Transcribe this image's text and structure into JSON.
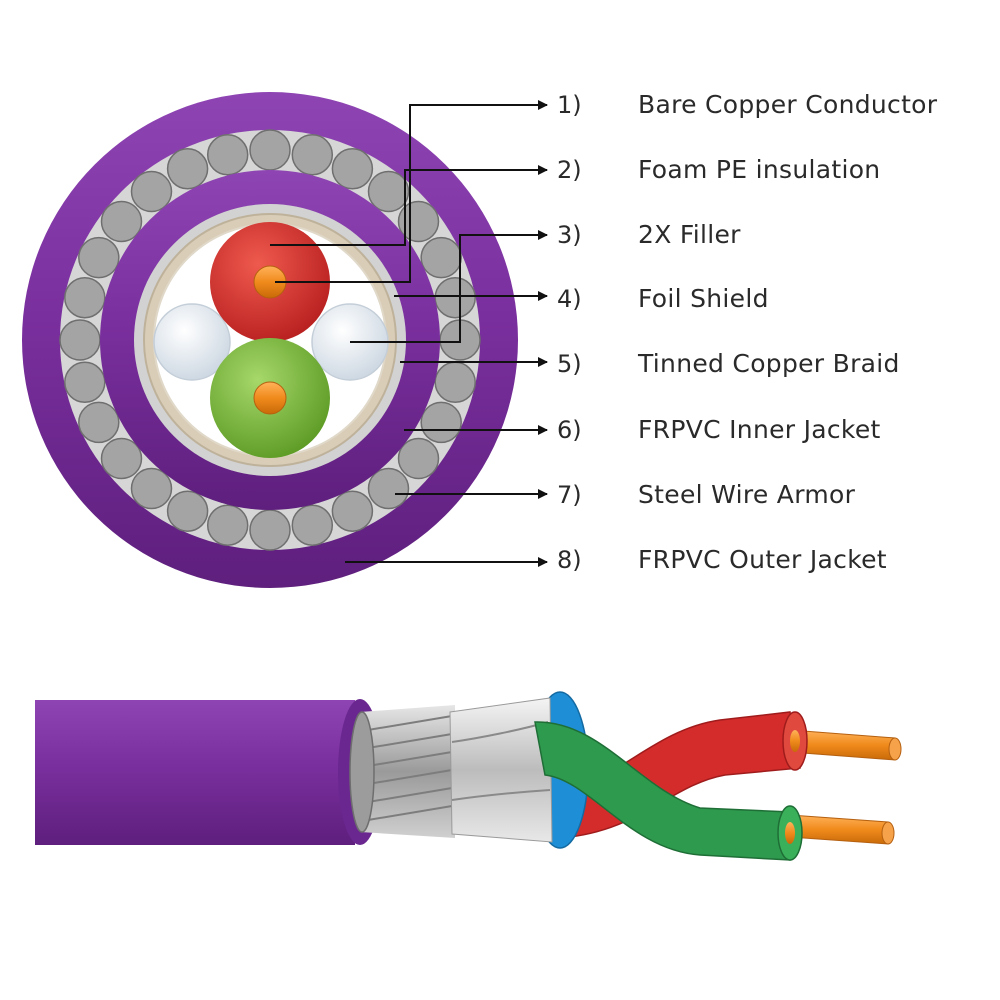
{
  "diagram": {
    "components": [
      {
        "number": "1)",
        "label": "Bare Copper Conductor"
      },
      {
        "number": "2)",
        "label": "Foam PE insulation"
      },
      {
        "number": "3)",
        "label": "2X Filler"
      },
      {
        "number": "4)",
        "label": "Foil Shield"
      },
      {
        "number": "5)",
        "label": "Tinned Copper Braid"
      },
      {
        "number": "6)",
        "label": "FRPVC Inner Jacket"
      },
      {
        "number": "7)",
        "label": "Steel Wire Armor"
      },
      {
        "number": "8)",
        "label": "FRPVC Outer Jacket"
      }
    ],
    "colors": {
      "jacket": "#7a2f9e",
      "armor_wire": "#a4a4a4",
      "braid": "#c8c8c8",
      "foil": "#d9cdb8",
      "conductor_red": "#d42b2b",
      "conductor_green": "#7ab83a",
      "filler": "#dde6ef",
      "copper": "#f08a1c",
      "filler_blue": "#1e8fd6"
    }
  }
}
